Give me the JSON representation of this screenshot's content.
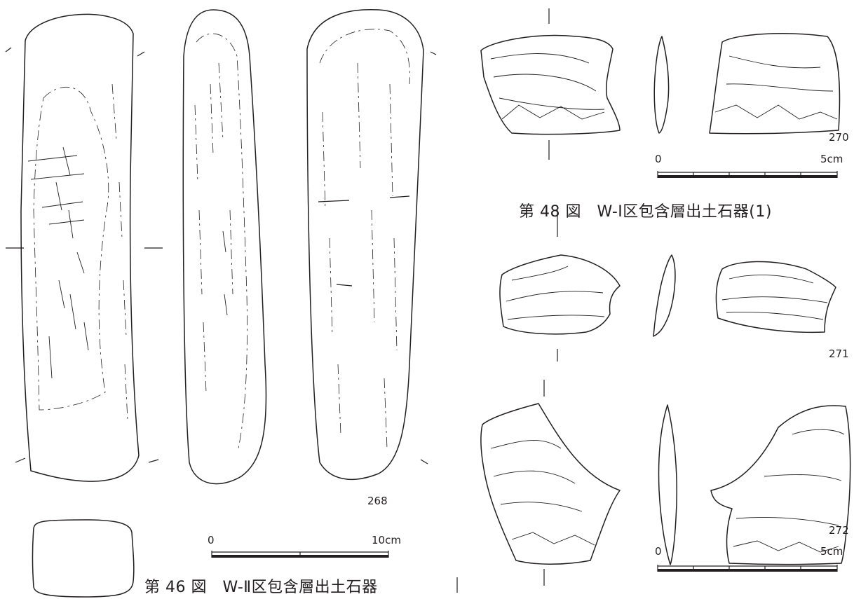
{
  "figure_46": {
    "caption": "第 46 図　W-Ⅱ区包含層出土石器",
    "item_number": "268",
    "scale": {
      "start": "0",
      "end": "10cm"
    }
  },
  "figure_48": {
    "caption": "第 48 図　W-Ⅰ区包含層出土石器(1)",
    "items": [
      "270",
      "271",
      "272"
    ],
    "scale_top": {
      "start": "0",
      "end": "5cm"
    },
    "scale_bottom": {
      "start": "0",
      "end": "5cm"
    }
  }
}
